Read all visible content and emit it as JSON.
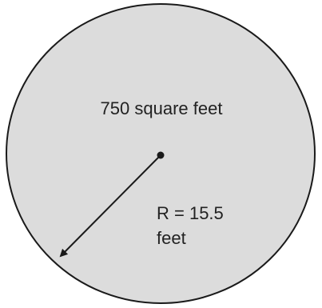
{
  "diagram": {
    "area_label": "750 square feet",
    "radius_label_line1": "R = 15.5",
    "radius_label_line2": "feet",
    "fill_color": "#dcdcdc",
    "stroke_color": "#1a1a1a"
  }
}
